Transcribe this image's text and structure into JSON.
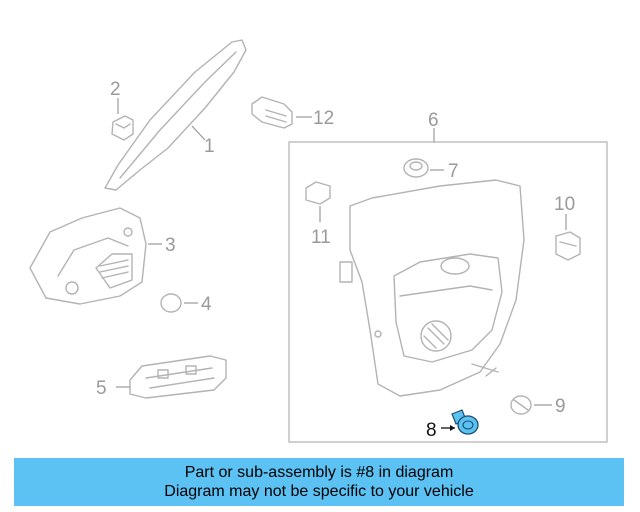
{
  "diagram": {
    "callouts": {
      "c1": "1",
      "c2": "2",
      "c3": "3",
      "c4": "4",
      "c5": "5",
      "c6": "6",
      "c7": "7",
      "c8": "8",
      "c9": "9",
      "c10": "10",
      "c11": "11",
      "c12": "12"
    },
    "highlighted_part": "8",
    "colors": {
      "line": "#b3b3b3",
      "label": "#9a9a9a",
      "highlight": "#5bc2f3",
      "banner": "#5bc2f3"
    }
  },
  "banner": {
    "line1": "Part or sub-assembly is #8 in diagram",
    "line2": "Diagram may not be specific to your vehicle"
  }
}
